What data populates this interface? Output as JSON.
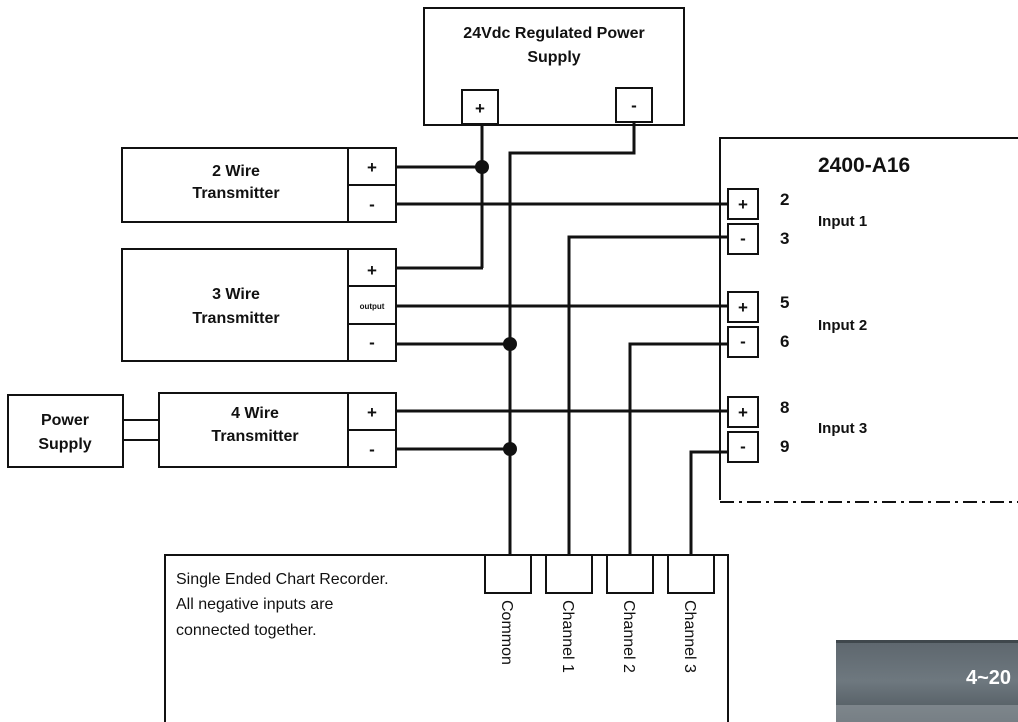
{
  "power_supply_24v": {
    "title_line1": "24Vdc Regulated Power",
    "title_line2": "Supply",
    "plus": "+",
    "minus": "-"
  },
  "transmitter_2wire": {
    "line1": "2 Wire",
    "line2": "Transmitter",
    "plus": "+",
    "minus": "-"
  },
  "transmitter_3wire": {
    "line1": "3 Wire",
    "line2": "Transmitter",
    "plus": "+",
    "output": "output",
    "minus": "-"
  },
  "transmitter_4wire": {
    "line1": "4 Wire",
    "line2": "Transmitter",
    "plus": "+",
    "minus": "-"
  },
  "external_power_supply": {
    "line1": "Power",
    "line2": "Supply"
  },
  "module": {
    "title": "2400-A16",
    "inputs": [
      {
        "label": "Input 1",
        "plus_pin": "2",
        "minus_pin": "3",
        "plus": "+",
        "minus": "-"
      },
      {
        "label": "Input 2",
        "plus_pin": "5",
        "minus_pin": "6",
        "plus": "+",
        "minus": "-"
      },
      {
        "label": "Input 3",
        "plus_pin": "8",
        "minus_pin": "9",
        "plus": "+",
        "minus": "-"
      }
    ]
  },
  "chart_recorder": {
    "note_line1": "Single Ended Chart Recorder.",
    "note_line2": "All negative inputs are",
    "note_line3": "connected together.",
    "terminals": [
      "Common",
      "Channel 1",
      "Channel 2",
      "Channel 3"
    ]
  },
  "photo": {
    "visible_text": "4~20"
  }
}
